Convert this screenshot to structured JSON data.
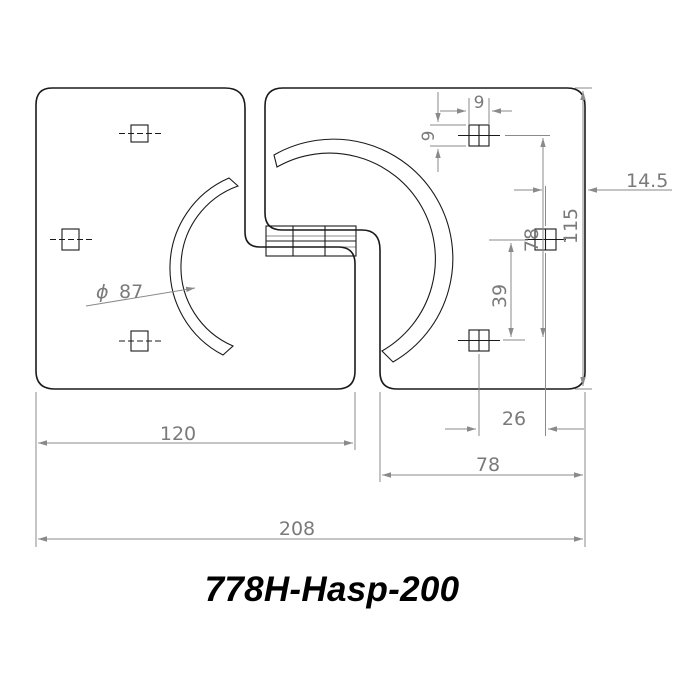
{
  "title": "778H-Hasp-200",
  "dimensions": {
    "diameter_symbol": "ϕ",
    "diameter": "87",
    "overall_width": "208",
    "left_plate_width": "120",
    "right_plate_width": "78",
    "hole_offset": "26",
    "hole_spacing": "39",
    "center_height": "78",
    "plate_height": "115",
    "edge_offset": "14.5",
    "hole_size_w": "9",
    "hole_size_h": "9"
  }
}
